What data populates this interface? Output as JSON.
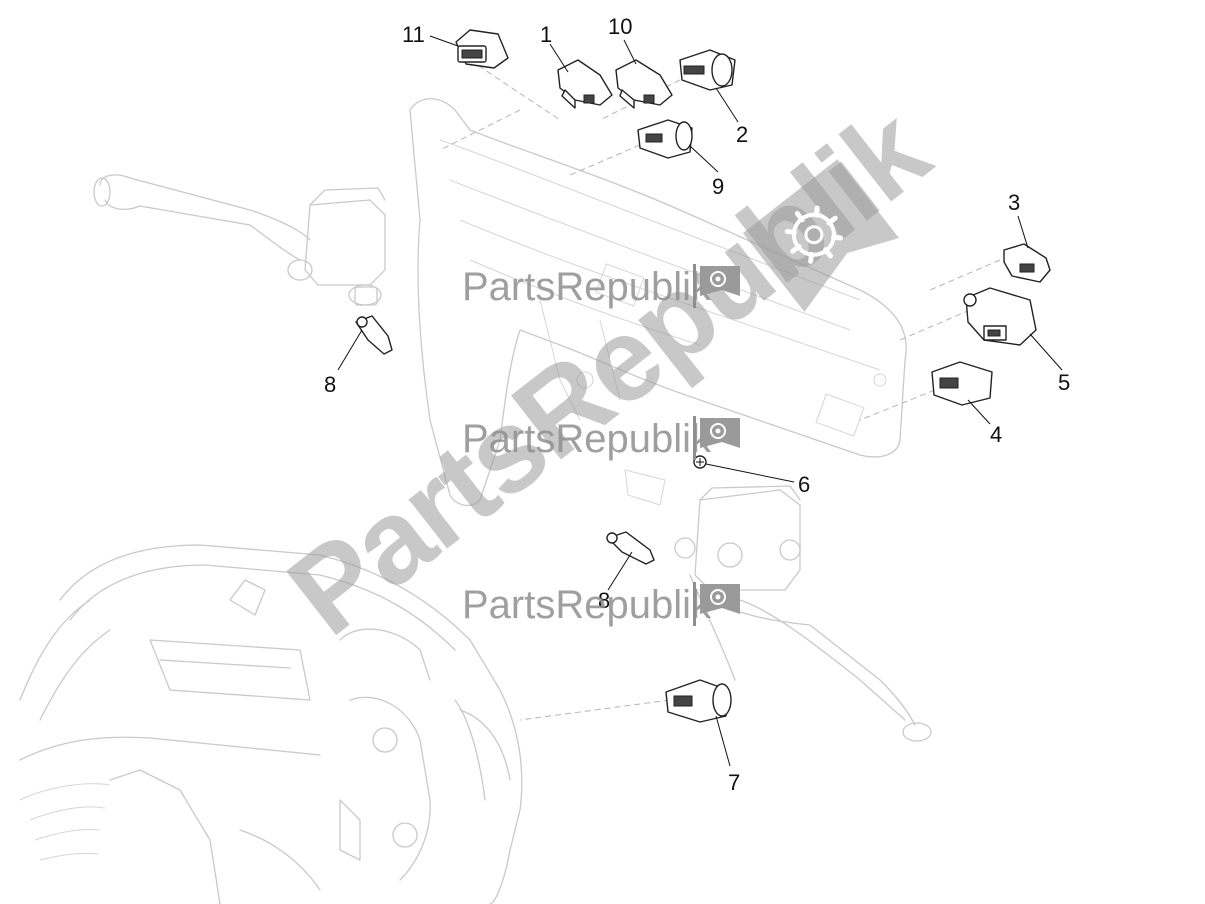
{
  "callouts": [
    {
      "id": "11",
      "label": "11"
    },
    {
      "id": "1",
      "label": "1"
    },
    {
      "id": "10",
      "label": "10"
    },
    {
      "id": "2",
      "label": "2"
    },
    {
      "id": "9",
      "label": "9"
    },
    {
      "id": "3",
      "label": "3"
    },
    {
      "id": "5",
      "label": "5"
    },
    {
      "id": "4",
      "label": "4"
    },
    {
      "id": "8a",
      "label": "8"
    },
    {
      "id": "6",
      "label": "6"
    },
    {
      "id": "8b",
      "label": "8"
    },
    {
      "id": "7",
      "label": "7"
    }
  ],
  "watermark": {
    "brand": "PartsRepublik",
    "flag_color": "#9a9a9a",
    "icon": "gear-icon"
  }
}
